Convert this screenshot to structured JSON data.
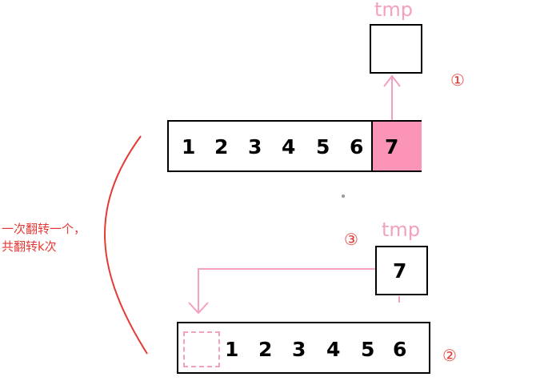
{
  "colors": {
    "accent_pink": "#f4a0c0",
    "highlight_fill": "#fc94b8",
    "annotation_red": "#e53935",
    "border": "#000000"
  },
  "top": {
    "tmp_label": "tmp",
    "tmp_value": "",
    "step_marker": "①",
    "array": [
      "1",
      "2",
      "3",
      "4",
      "5",
      "6",
      "7"
    ],
    "highlighted_index": 6
  },
  "bottom": {
    "tmp_label": "tmp",
    "tmp_value": "7",
    "tmp_step_marker": "③",
    "array_step_marker": "②",
    "empty_slot": "",
    "array": [
      "1",
      "2",
      "3",
      "4",
      "5",
      "6"
    ]
  },
  "side_note": {
    "line1": "一次翻转一个，",
    "line2": "共翻转k次"
  }
}
